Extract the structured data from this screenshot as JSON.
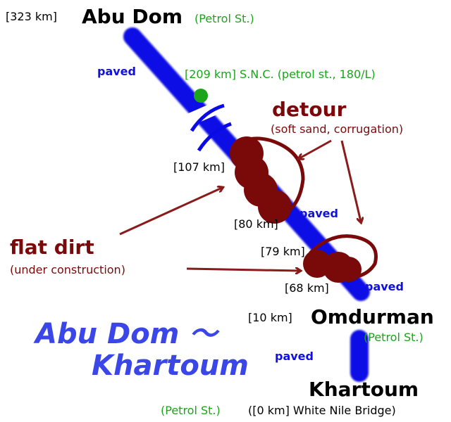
{
  "places": {
    "abu_dom": {
      "km": "[323 km]",
      "name": "Abu Dom",
      "note": "(Petrol St.)"
    },
    "snc": {
      "text": "[209 km] S.N.C. (petrol st., 180/L)"
    },
    "omdurman": {
      "km": "[10 km]",
      "name": "Omdurman",
      "note": "(Petrol St.)"
    },
    "khartoum": {
      "name": "Khartoum",
      "note": "(Petrol St.)",
      "bridge": "([0 km] White Nile Bridge)"
    }
  },
  "markers": {
    "km107": "[107 km]",
    "km80": "[80 km]",
    "km79": "[79 km]",
    "km68": "[68 km]"
  },
  "road_labels": {
    "paved_1": "paved",
    "paved_2": "paved",
    "paved_3": "paved",
    "paved_4": "paved"
  },
  "annotations": {
    "detour": "detour",
    "detour_note": "(soft sand, corrugation)",
    "flat_dirt": "flat dirt",
    "flat_dirt_note": "(under construction)"
  },
  "title": {
    "line1": "Abu Dom ～",
    "line2": "Khartoum"
  },
  "colors": {
    "road": "#0a0ae6",
    "dirt": "#7a0a0a",
    "petrol": "#1aa51a",
    "title": "#3b46e8"
  }
}
